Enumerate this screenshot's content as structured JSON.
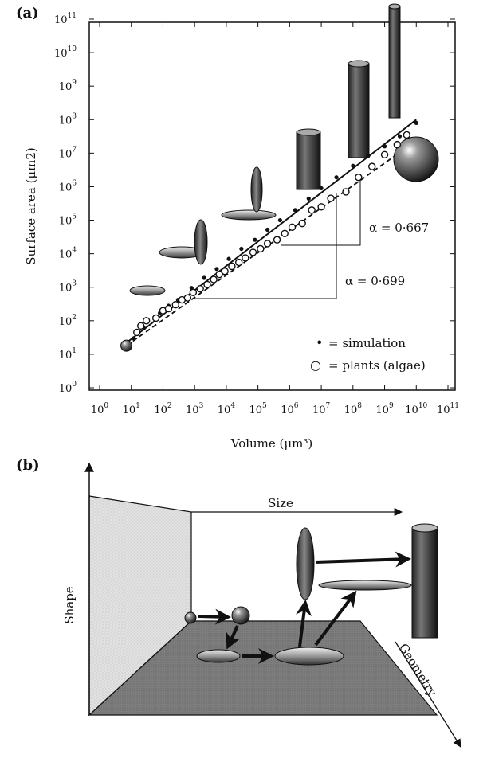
{
  "panel_a_label": "(a)",
  "panel_b_label": "(b)",
  "chart_data": {
    "type": "scatter",
    "xlabel": "Volume (μm³)",
    "ylabel": "Surface area (μm2)",
    "x_scale": "log",
    "y_scale": "log",
    "xlim": [
      1,
      100000000000
    ],
    "ylim": [
      1,
      100000000000
    ],
    "x_ticks": [
      {
        "base": "10",
        "exp": "0"
      },
      {
        "base": "10",
        "exp": "1"
      },
      {
        "base": "10",
        "exp": "2"
      },
      {
        "base": "10",
        "exp": "3"
      },
      {
        "base": "10",
        "exp": "4"
      },
      {
        "base": "10",
        "exp": "5"
      },
      {
        "base": "10",
        "exp": "6"
      },
      {
        "base": "10",
        "exp": "7"
      },
      {
        "base": "10",
        "exp": "8"
      },
      {
        "base": "10",
        "exp": "9"
      },
      {
        "base": "10",
        "exp": "10"
      },
      {
        "base": "10",
        "exp": "11"
      }
    ],
    "y_ticks": [
      {
        "base": "10",
        "exp": "0"
      },
      {
        "base": "10",
        "exp": "1"
      },
      {
        "base": "10",
        "exp": "2"
      },
      {
        "base": "10",
        "exp": "3"
      },
      {
        "base": "10",
        "exp": "4"
      },
      {
        "base": "10",
        "exp": "5"
      },
      {
        "base": "10",
        "exp": "6"
      },
      {
        "base": "10",
        "exp": "7"
      },
      {
        "base": "10",
        "exp": "8"
      },
      {
        "base": "10",
        "exp": "9"
      },
      {
        "base": "10",
        "exp": "10"
      },
      {
        "base": "10",
        "exp": "11"
      }
    ],
    "legend": [
      {
        "marker": "•",
        "label": "= simulation"
      },
      {
        "marker": "○",
        "label": "= plants (algae)"
      }
    ],
    "legend_position": "bottom-right",
    "annotations": [
      "α = 0·667",
      "α = 0·699"
    ],
    "series": [
      {
        "name": "simulation",
        "marker": "filled",
        "x": [
          12,
          25,
          80,
          150,
          300,
          800,
          2000,
          5000,
          12000,
          30000,
          80000,
          200000,
          500000,
          1500000,
          4000000,
          10000000,
          30000000,
          100000000,
          300000000,
          1000000000,
          3000000000,
          10000000000
        ],
        "y": [
          30,
          60,
          170,
          280,
          420,
          950,
          1900,
          3500,
          7000,
          14000,
          26000,
          52000,
          100000,
          200000,
          440000,
          900000,
          1900000,
          4200000,
          8200000,
          16000000,
          32000000,
          80000000
        ]
      },
      {
        "name": "plants (algae)",
        "marker": "open",
        "x": [
          15,
          20,
          30,
          60,
          100,
          150,
          250,
          400,
          600,
          900,
          1500,
          2500,
          4000,
          6000,
          9000,
          15000,
          25000,
          40000,
          70000,
          120000,
          200000,
          400000,
          700000,
          1200000,
          2500000,
          5000000,
          10000000,
          20000000,
          60000000,
          150000000,
          400000000,
          1000000000,
          2500000000,
          5000000000
        ],
        "y": [
          45,
          70,
          100,
          120,
          200,
          230,
          300,
          420,
          480,
          700,
          900,
          1200,
          1700,
          2400,
          3000,
          4200,
          5500,
          7500,
          11000,
          14000,
          20000,
          26000,
          40000,
          62000,
          80000,
          200000,
          250000,
          450000,
          700000,
          1900000,
          4000000,
          9000000,
          18000000,
          35000000
        ]
      },
      {
        "name": "fit α = 0·667",
        "style": "solid",
        "x": [
          7,
          10000000000
        ],
        "y": [
          22,
          100000000
        ]
      },
      {
        "name": "fit α = 0·699",
        "style": "dashed",
        "x": [
          7,
          2000000000
        ],
        "y": [
          18,
          8000000
        ]
      }
    ]
  },
  "diagram_b": {
    "axes": [
      {
        "label": "Shape"
      },
      {
        "label": "Size"
      },
      {
        "label": "Geometry"
      }
    ]
  }
}
